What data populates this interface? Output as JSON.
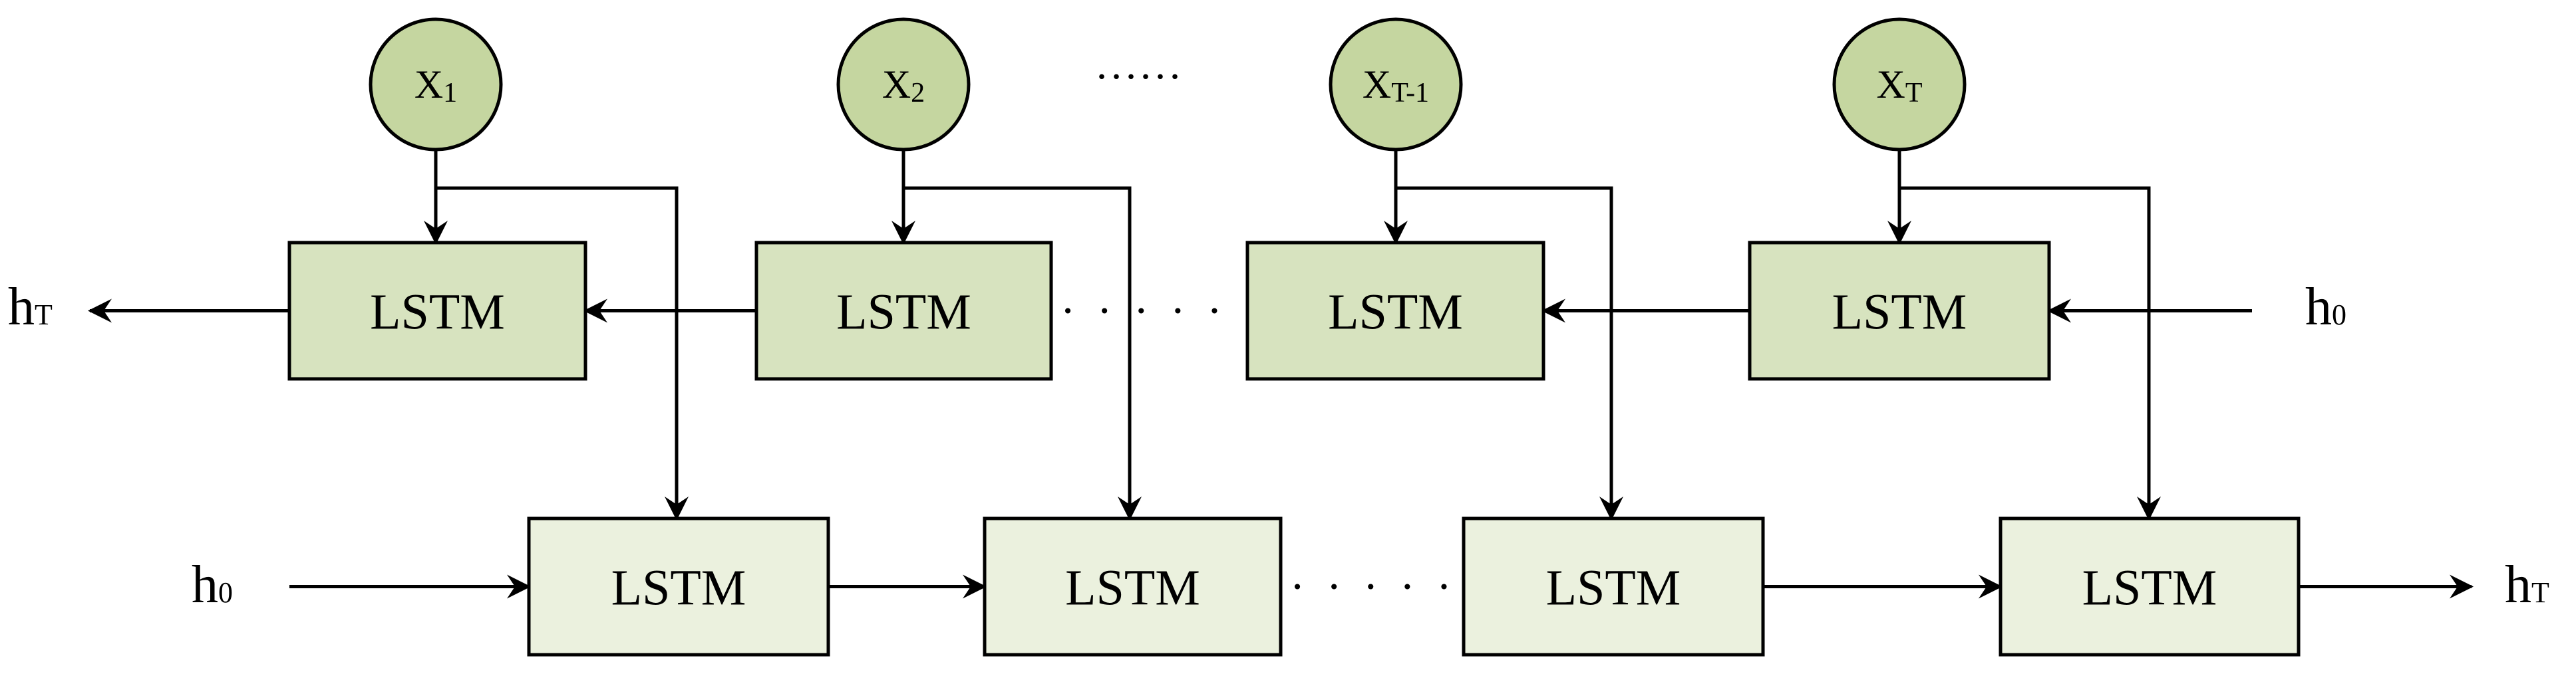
{
  "inputs": [
    {
      "base": "X",
      "sub": "1"
    },
    {
      "base": "X",
      "sub": "2"
    },
    {
      "base": "X",
      "sub": "T-1"
    },
    {
      "base": "X",
      "sub": "T"
    }
  ],
  "input_ellipsis": "......",
  "cell_label": "LSTM",
  "backward": {
    "start": {
      "base": "h",
      "sub": "0"
    },
    "end": {
      "base": "h",
      "sub": "T"
    }
  },
  "forward": {
    "start": {
      "base": "h",
      "sub": "0"
    },
    "end": {
      "base": "h",
      "sub": "T"
    }
  },
  "colors": {
    "node_fill": "#c5d6a0",
    "backward_fill": "#d7e3bf",
    "forward_fill": "#ebf1de",
    "stroke": "#000000"
  }
}
